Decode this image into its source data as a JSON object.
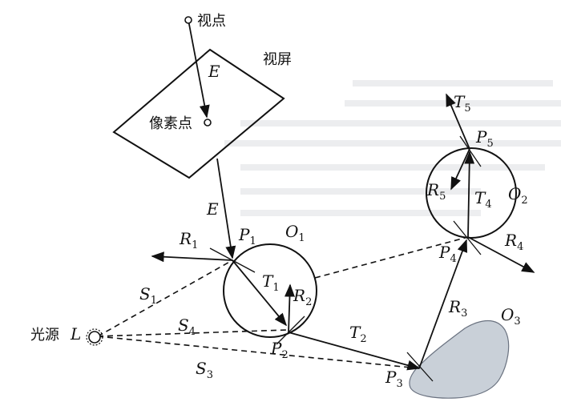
{
  "labels": {
    "viewpoint": "视点",
    "screen": "视屏",
    "pixel": "像素点",
    "light_source": "光源",
    "L": "L",
    "E1": "E",
    "E2": "E",
    "P1": "P",
    "P1_sub": "1",
    "P2": "P",
    "P2_sub": "2",
    "P3": "P",
    "P3_sub": "3",
    "P4": "P",
    "P4_sub": "4",
    "P5": "P",
    "P5_sub": "5",
    "O1": "O",
    "O1_sub": "1",
    "O2": "O",
    "O2_sub": "2",
    "O3": "O",
    "O3_sub": "3",
    "R1": "R",
    "R1_sub": "1",
    "R2": "R",
    "R2_sub": "2",
    "R3": "R",
    "R3_sub": "3",
    "R4": "R",
    "R4_sub": "4",
    "R5": "R",
    "R5_sub": "5",
    "T1": "T",
    "T1_sub": "1",
    "T2": "T",
    "T2_sub": "2",
    "T4": "T",
    "T4_sub": "4",
    "T5": "T",
    "T5_sub": "5",
    "S1": "S",
    "S1_sub": "1",
    "S3": "S",
    "S3_sub": "3",
    "S4": "S",
    "S4_sub": "4"
  },
  "colors": {
    "ink": "#111111",
    "object_fill": "#c9d0d8",
    "page_text_ghost": "#b8bcc4"
  }
}
